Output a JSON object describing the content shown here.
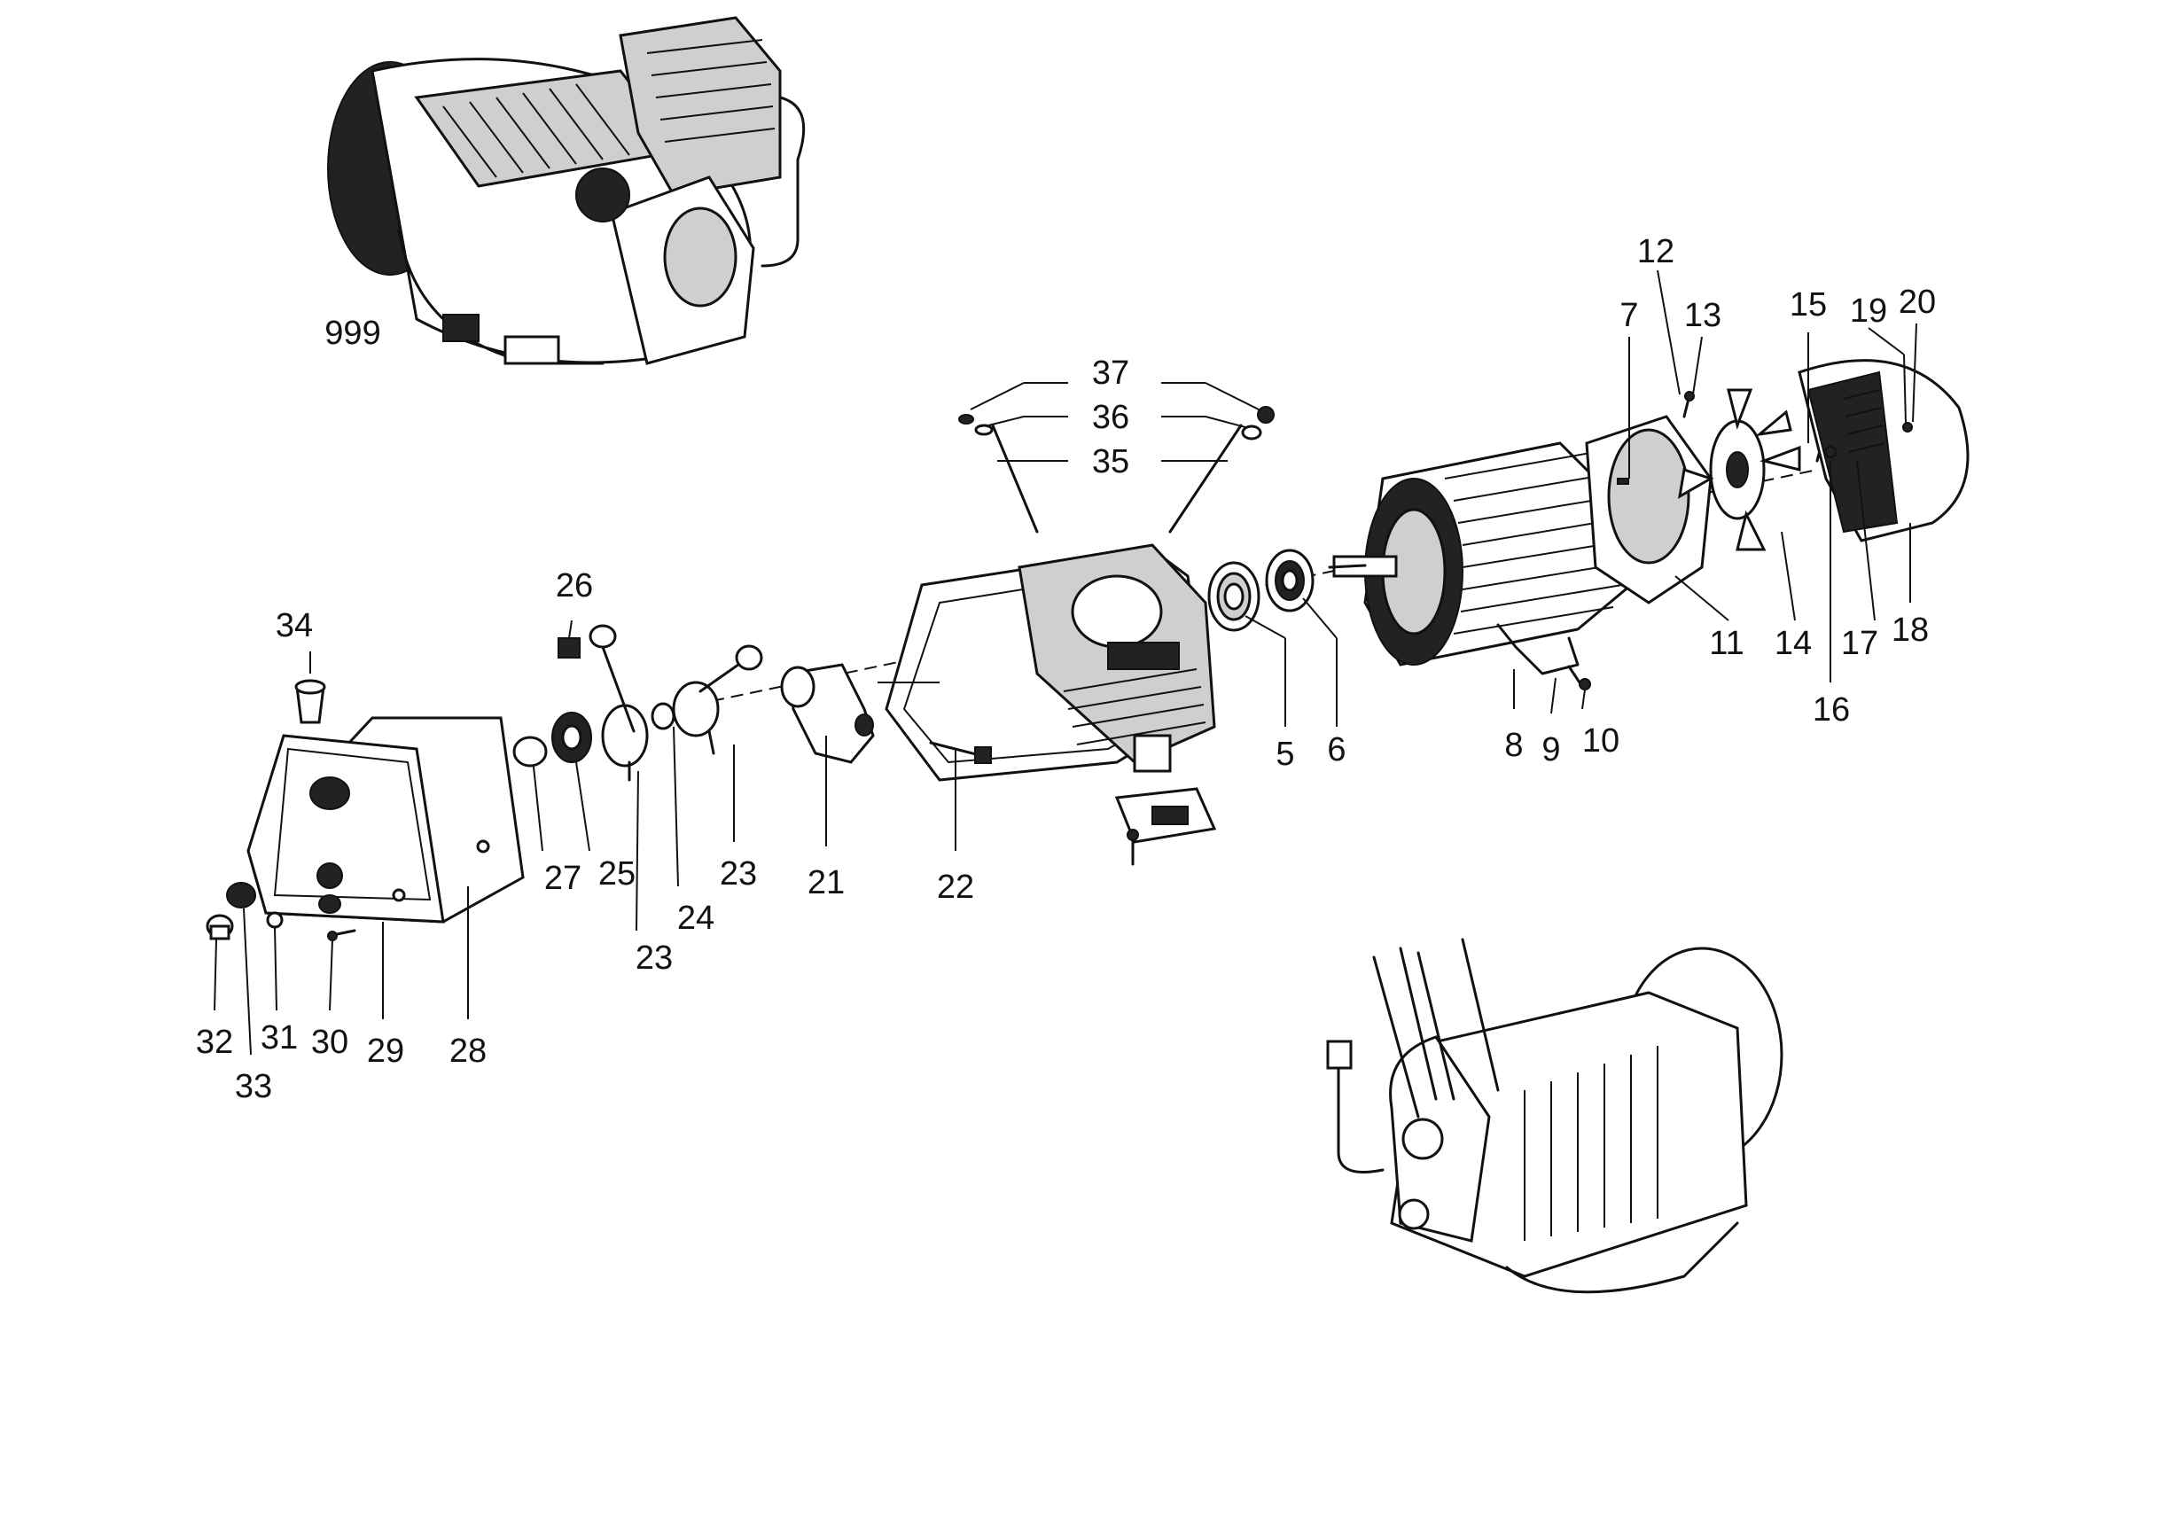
{
  "labels": {
    "p5": "5",
    "p6": "6",
    "p7": "7",
    "p8": "8",
    "p9": "9",
    "p10": "10",
    "p11": "11",
    "p12": "12",
    "p13": "13",
    "p14": "14",
    "p15": "15",
    "p16": "16",
    "p17": "17",
    "p18": "18",
    "p19": "19",
    "p20": "20",
    "p21": "21",
    "p22": "22",
    "p23a": "23",
    "p23b": "23",
    "p24": "24",
    "p25": "25",
    "p26": "26",
    "p27": "27",
    "p28": "28",
    "p29": "29",
    "p30": "30",
    "p31": "31",
    "p32": "32",
    "p33": "33",
    "p34": "34",
    "p35": "35",
    "p36": "36",
    "p37": "37",
    "p999": "999"
  }
}
